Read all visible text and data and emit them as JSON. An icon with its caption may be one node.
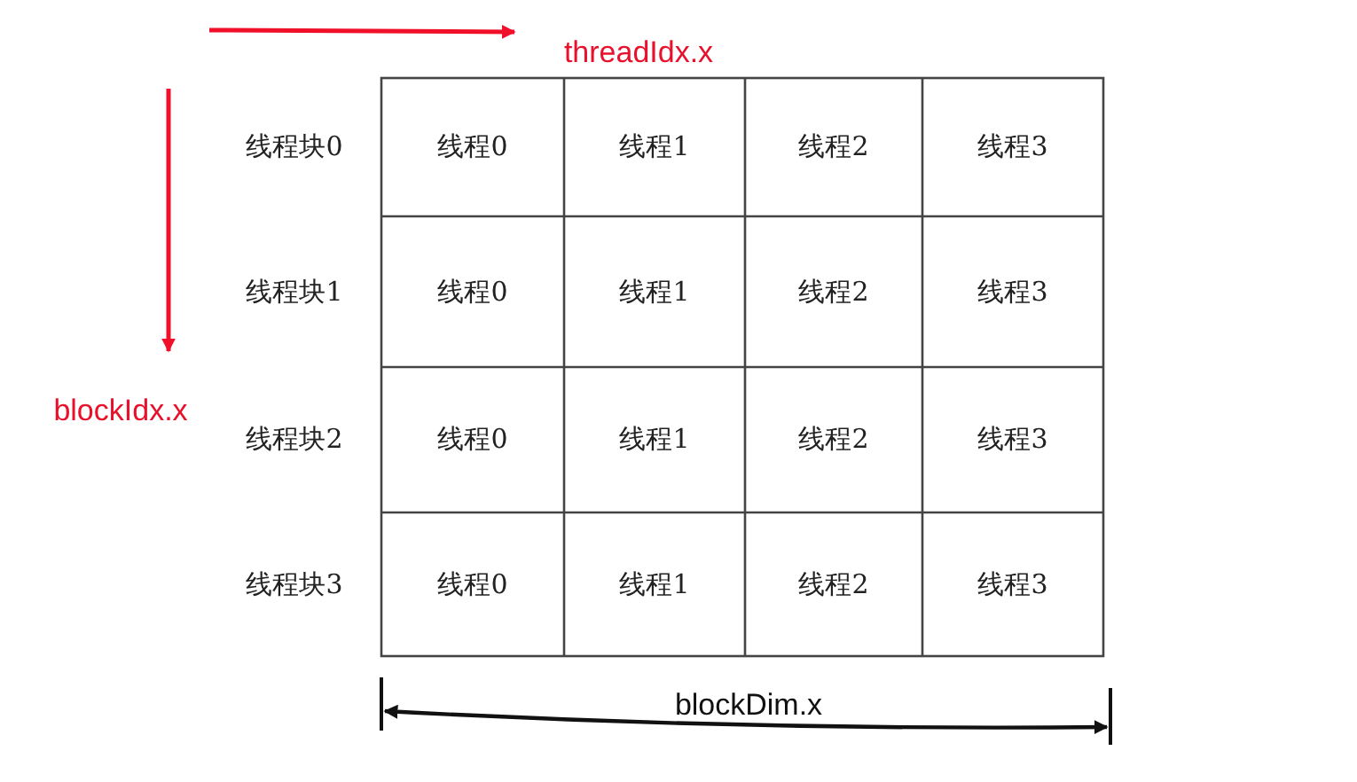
{
  "diagram": {
    "labels": [
      "threadIdx.x",
      "线程块0",
      "线程0",
      "线程1",
      "线程2",
      "线程3",
      "线程块1",
      "线程0",
      "线程1",
      "线程2",
      "线程3",
      "blockIdx.x",
      "线程块2",
      "线程0",
      "线程1",
      "线程2",
      "线程3",
      "线程块3",
      "线程0",
      "线程1",
      "线程2",
      "线程3",
      "blockDim.x"
    ]
  }
}
